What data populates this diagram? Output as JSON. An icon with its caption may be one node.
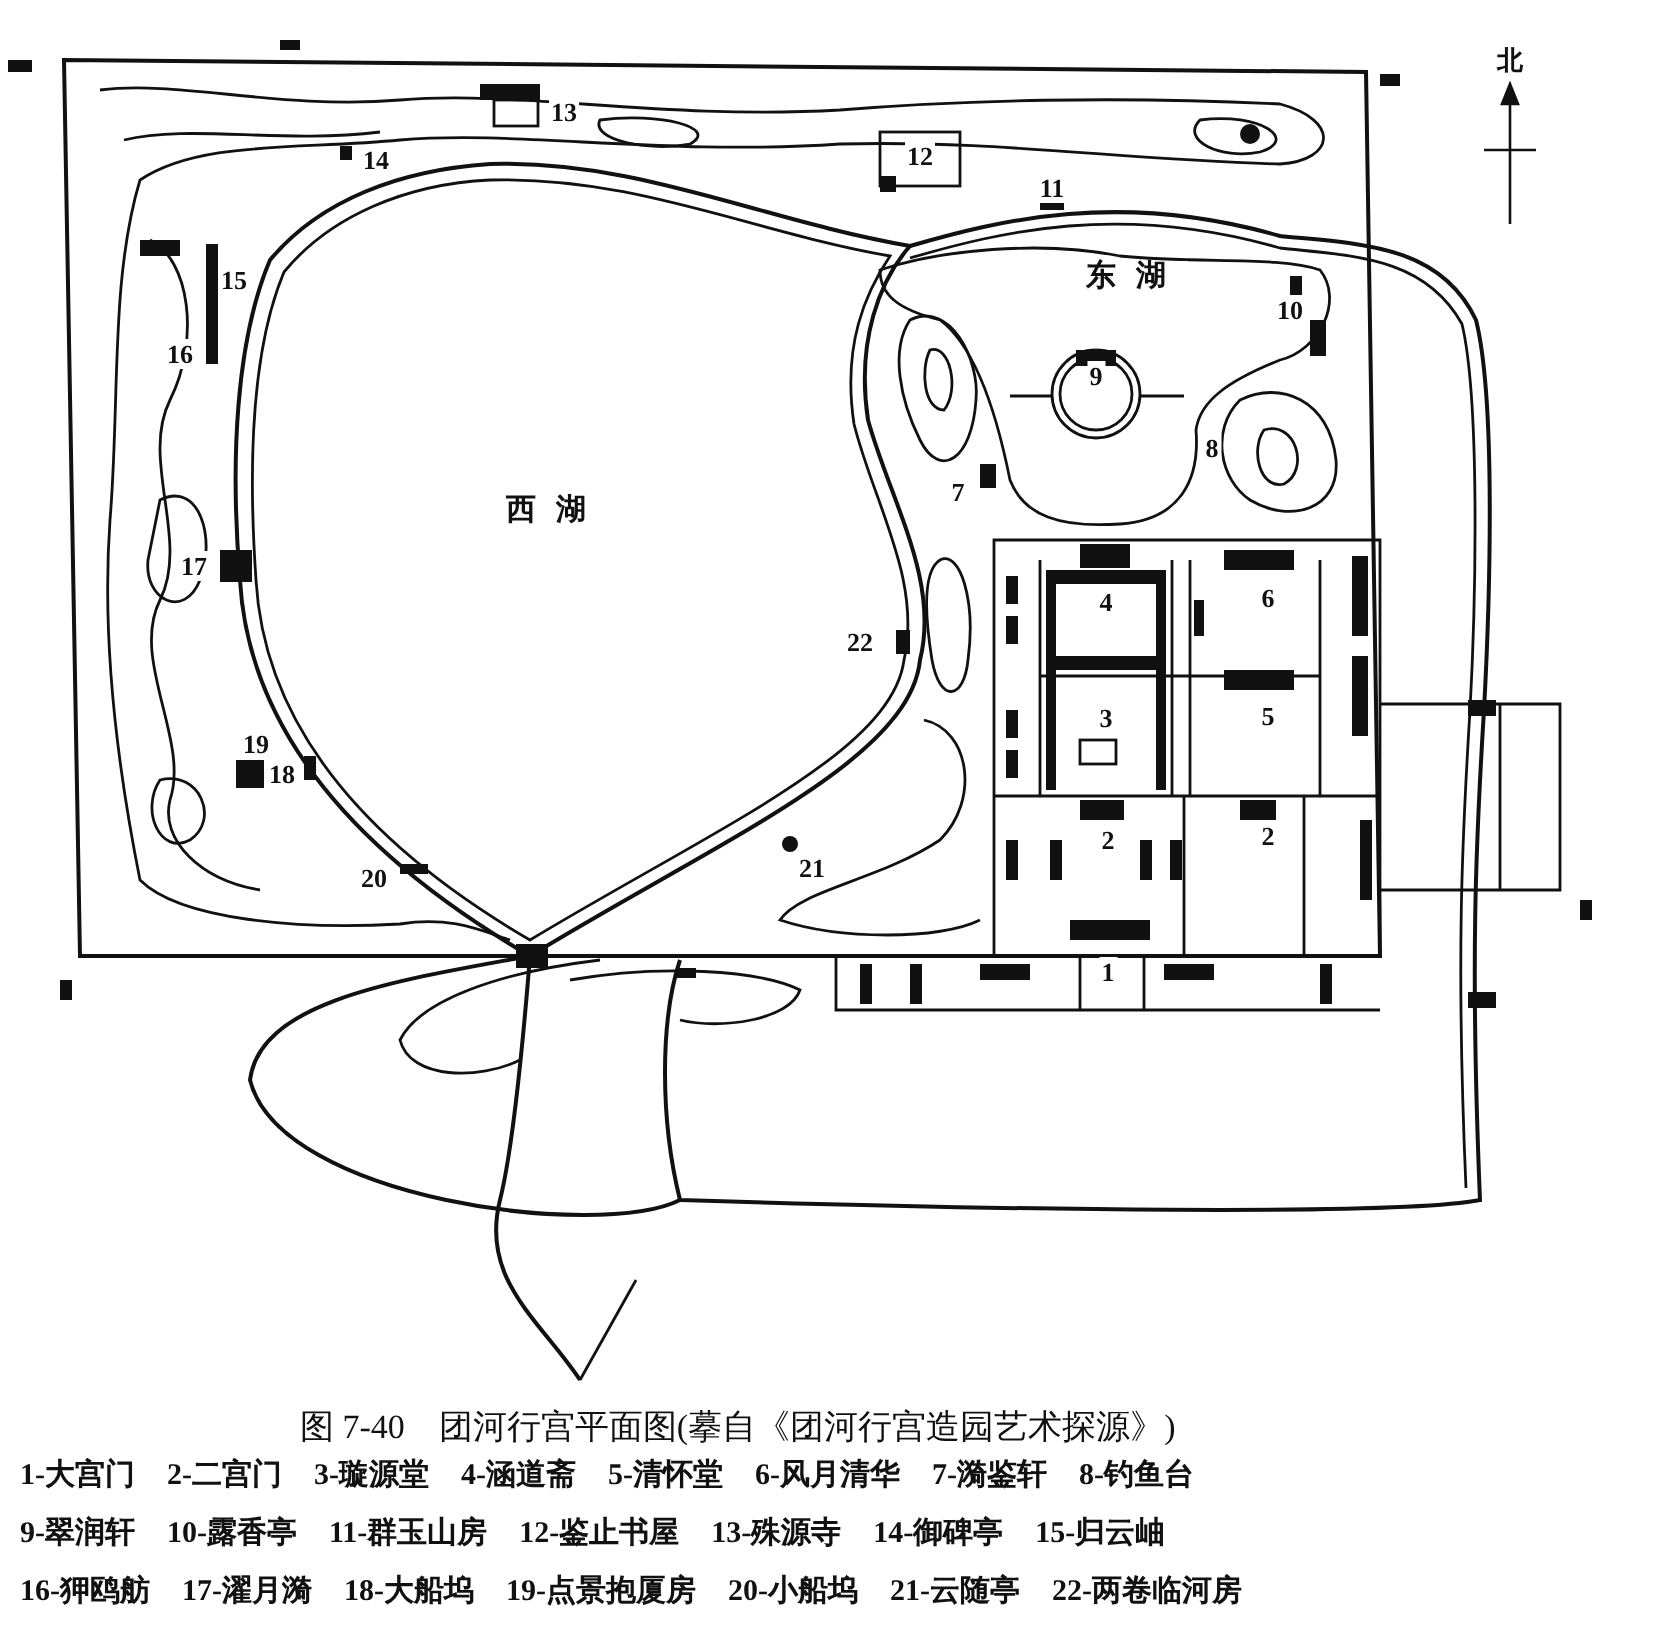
{
  "diagram": {
    "caption": "图 7-40　团河行宫平面图(摹自《团河行宫造园艺术探源》)",
    "labels": [
      "13",
      "14",
      "12",
      "11",
      "15",
      "东湖",
      "10",
      "16",
      "9",
      "8",
      "7",
      "西湖",
      "17",
      "4",
      "6",
      "22",
      "3",
      "5",
      "19",
      "18",
      "20",
      "2",
      "2",
      "21",
      "1",
      "北",
      "1-大宫门",
      "2-二宫门",
      "3-璇源堂",
      "4-涵道斋",
      "5-清怀堂",
      "6-风月清华",
      "7-漪鉴轩",
      "8-钓鱼台",
      "9-翠润轩",
      "10-露香亭",
      "11-群玉山房",
      "12-鉴止书屋",
      "13-殊源寺",
      "14-御碑亭",
      "15-归云岫",
      "16-狎鸥舫",
      "17-濯月漪",
      "18-大船坞",
      "19-点景抱厦房",
      "20-小船坞",
      "21-云随亭",
      "22-两卷临河房"
    ]
  }
}
